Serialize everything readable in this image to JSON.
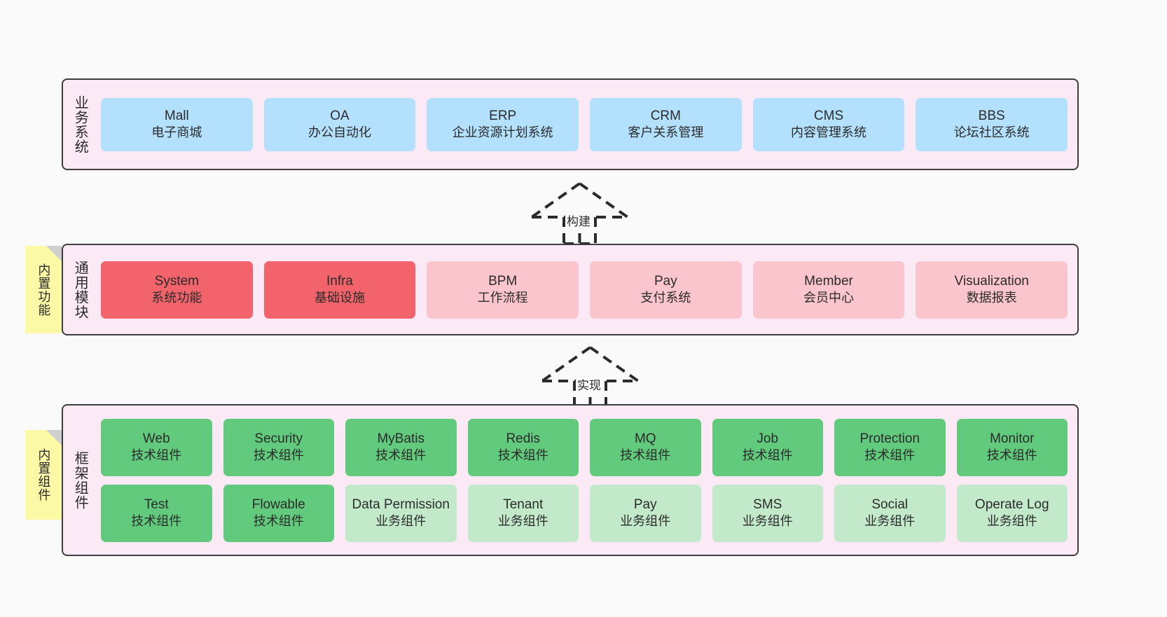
{
  "diagram": {
    "background_color": "#fafafa",
    "container_fill": "#fbeaf5",
    "container_border": "#3d3d3d"
  },
  "layers": [
    {
      "id": "business",
      "title": "业务系统",
      "card_color": "#b3e0fd",
      "rows": [
        [
          {
            "en": "Mall",
            "cn": "电子商城",
            "color": "#b3e0fd"
          },
          {
            "en": "OA",
            "cn": "办公自动化",
            "color": "#b3e0fd"
          },
          {
            "en": "ERP",
            "cn": "企业资源计划系统",
            "color": "#b3e0fd"
          },
          {
            "en": "CRM",
            "cn": "客户关系管理",
            "color": "#b3e0fd"
          },
          {
            "en": "CMS",
            "cn": "内容管理系统",
            "color": "#b3e0fd"
          },
          {
            "en": "BBS",
            "cn": "论坛社区系统",
            "color": "#b3e0fd"
          }
        ]
      ]
    },
    {
      "id": "modules",
      "title": "通用模块",
      "sticky": "内置功能",
      "rows": [
        [
          {
            "en": "System",
            "cn": "系统功能",
            "color": "#f2636b"
          },
          {
            "en": "Infra",
            "cn": "基础设施",
            "color": "#f2636b"
          },
          {
            "en": "BPM",
            "cn": "工作流程",
            "color": "#fbc5cd"
          },
          {
            "en": "Pay",
            "cn": "支付系统",
            "color": "#fbc5cd"
          },
          {
            "en": "Member",
            "cn": "会员中心",
            "color": "#fbc5cd"
          },
          {
            "en": "Visualization",
            "cn": "数据报表",
            "color": "#fbc5cd"
          }
        ]
      ]
    },
    {
      "id": "framework",
      "title": "框架组件",
      "sticky": "内置组件",
      "rows": [
        [
          {
            "en": "Web",
            "cn": "技术组件",
            "color": "#62ca7c"
          },
          {
            "en": "Security",
            "cn": "技术组件",
            "color": "#62ca7c"
          },
          {
            "en": "MyBatis",
            "cn": "技术组件",
            "color": "#62ca7c"
          },
          {
            "en": "Redis",
            "cn": "技术组件",
            "color": "#62ca7c"
          },
          {
            "en": "MQ",
            "cn": "技术组件",
            "color": "#62ca7c"
          },
          {
            "en": "Job",
            "cn": "技术组件",
            "color": "#62ca7c"
          },
          {
            "en": "Protection",
            "cn": "技术组件",
            "color": "#62ca7c"
          },
          {
            "en": "Monitor",
            "cn": "技术组件",
            "color": "#62ca7c"
          }
        ],
        [
          {
            "en": "Test",
            "cn": "技术组件",
            "color": "#62ca7c"
          },
          {
            "en": "Flowable",
            "cn": "技术组件",
            "color": "#62ca7c"
          },
          {
            "en": "Data Permission",
            "cn": "业务组件",
            "color": "#c3e9cb"
          },
          {
            "en": "Tenant",
            "cn": "业务组件",
            "color": "#c3e9cb"
          },
          {
            "en": "Pay",
            "cn": "业务组件",
            "color": "#c3e9cb"
          },
          {
            "en": "SMS",
            "cn": "业务组件",
            "color": "#c3e9cb"
          },
          {
            "en": "Social",
            "cn": "业务组件",
            "color": "#c3e9cb"
          },
          {
            "en": "Operate Log",
            "cn": "业务组件",
            "color": "#c3e9cb"
          }
        ]
      ]
    }
  ],
  "connectors": [
    {
      "id": "build",
      "label": "构建",
      "from": "modules",
      "to": "business"
    },
    {
      "id": "implement",
      "label": "实现",
      "from": "framework",
      "to": "modules"
    }
  ]
}
